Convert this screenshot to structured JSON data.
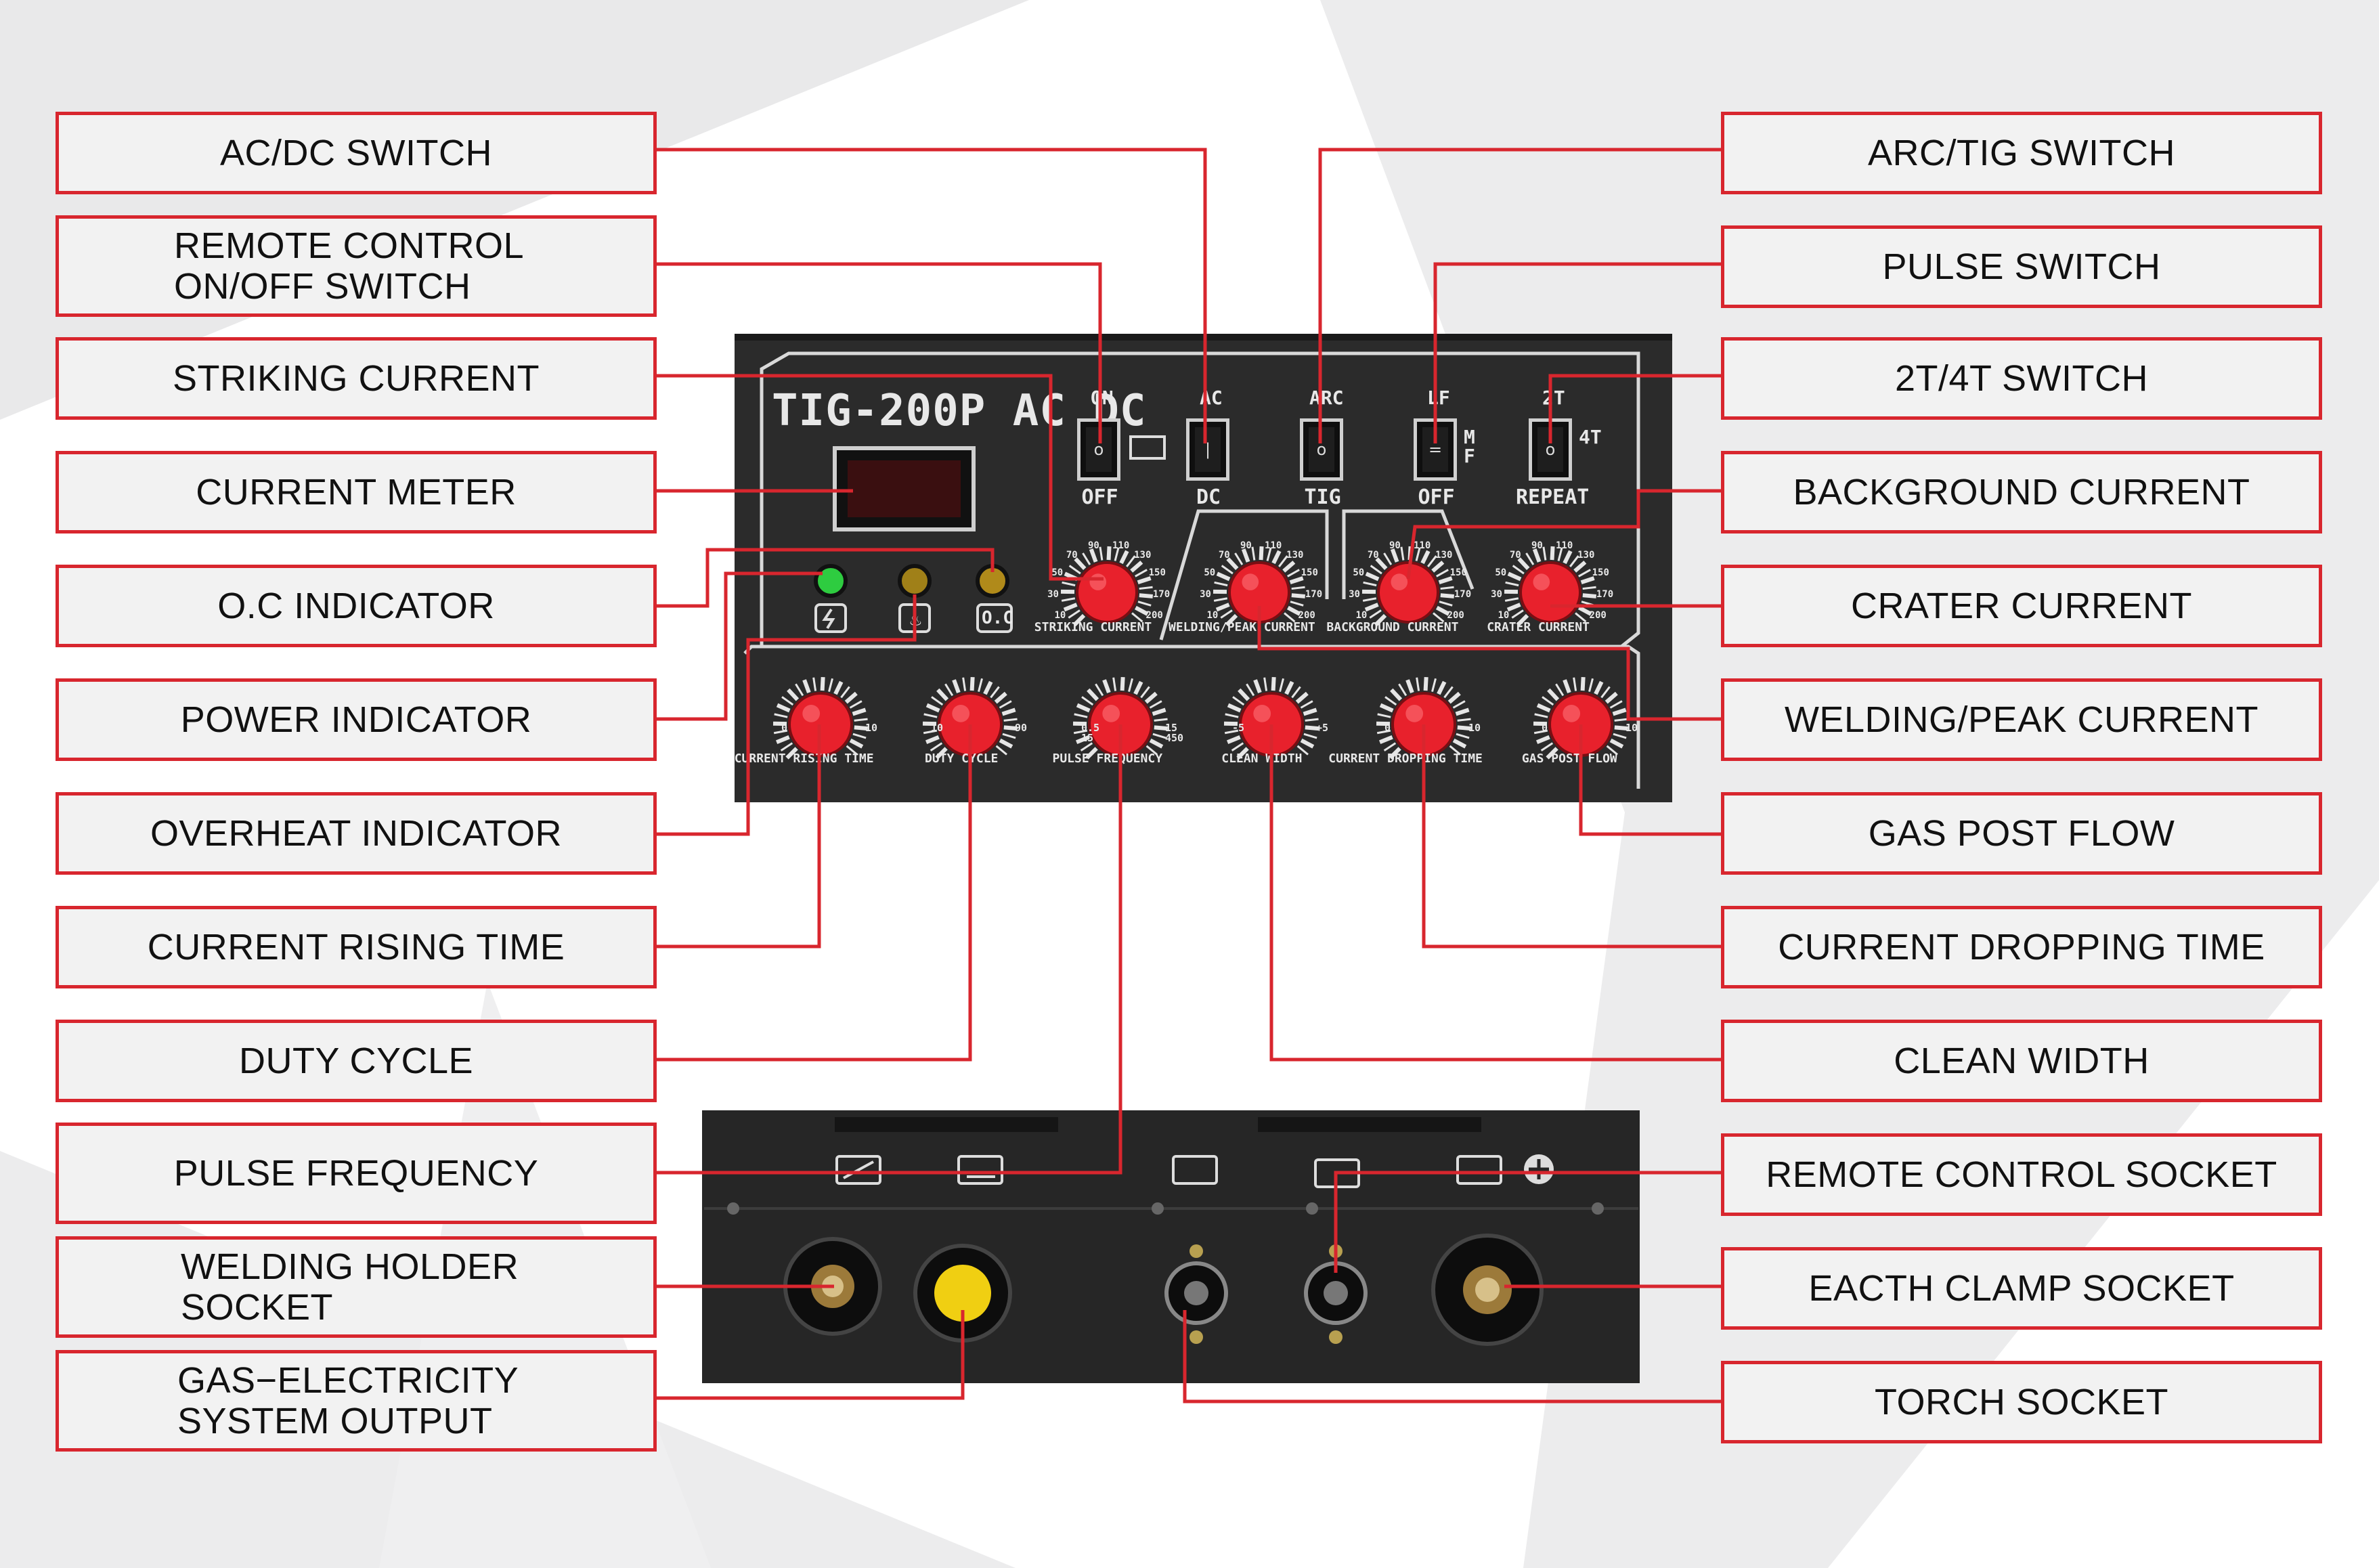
{
  "colors": {
    "leader": "#d8262e",
    "box_border": "#d8262e",
    "box_fill": "#f2f2f2",
    "panel": "#2b2b2b",
    "knob": "#e8212c",
    "indicator_on": "#2ecc40",
    "indicator_amber": "#c8a41c"
  },
  "labels_left": [
    {
      "id": "ac-dc-switch",
      "text": "AC/DC SWITCH"
    },
    {
      "id": "remote-control-onoff-switch",
      "text": "REMOTE CONTROL\nON/OFF SWITCH"
    },
    {
      "id": "striking-current",
      "text": "STRIKING CURRENT"
    },
    {
      "id": "current-meter",
      "text": "CURRENT METER"
    },
    {
      "id": "oc-indicator",
      "text": "O.C INDICATOR"
    },
    {
      "id": "power-indicator",
      "text": "POWER INDICATOR"
    },
    {
      "id": "overheat-indicator",
      "text": "OVERHEAT INDICATOR"
    },
    {
      "id": "current-rising-time",
      "text": "CURRENT RISING TIME"
    },
    {
      "id": "duty-cycle",
      "text": "DUTY CYCLE"
    },
    {
      "id": "pulse-frequency",
      "text": "PULSE FREQUENCY"
    },
    {
      "id": "welding-holder-socket",
      "text": "WELDING HOLDER\nSOCKET"
    },
    {
      "id": "gas-electricity-system-output",
      "text": "GAS−ELECTRICITY\nSYSTEM OUTPUT"
    }
  ],
  "labels_right": [
    {
      "id": "arc-tig-switch",
      "text": "ARC/TIG SWITCH"
    },
    {
      "id": "pulse-switch",
      "text": "PULSE SWITCH"
    },
    {
      "id": "2t-4t-switch",
      "text": "2T/4T SWITCH"
    },
    {
      "id": "background-current",
      "text": "BACKGROUND CURRENT"
    },
    {
      "id": "crater-current",
      "text": "CRATER CURRENT"
    },
    {
      "id": "welding-peak-current",
      "text": "WELDING/PEAK CURRENT"
    },
    {
      "id": "gas-post-flow",
      "text": "GAS POST FLOW"
    },
    {
      "id": "current-dropping-time",
      "text": "CURRENT DROPPING TIME"
    },
    {
      "id": "clean-width",
      "text": "CLEAN WIDTH"
    },
    {
      "id": "remote-control-socket",
      "text": "REMOTE CONTROL SOCKET"
    },
    {
      "id": "eacth-clamp-socket",
      "text": "EACTH CLAMP SOCKET"
    },
    {
      "id": "torch-socket",
      "text": "TORCH SOCKET"
    }
  ],
  "panel": {
    "model": "TIG-200P AC DC",
    "switches": [
      {
        "id": "onoff",
        "top": "ON",
        "bottom": "OFF",
        "mark": "o"
      },
      {
        "id": "acdc",
        "top": "AC",
        "bottom": "DC",
        "mark": "|"
      },
      {
        "id": "arctig",
        "top": "ARC",
        "bottom": "TIG",
        "mark": "o"
      },
      {
        "id": "pulse",
        "top": "LF",
        "bottom": "OFF",
        "mark": "=",
        "side": "M\nF"
      },
      {
        "id": "2t4t",
        "top": "2T",
        "bottom": "REPEAT",
        "mark": "o",
        "side": "4T"
      }
    ],
    "upper_knobs": [
      {
        "id": "striking",
        "caption": "STRIKING CURRENT",
        "scale": [
          "10",
          "30",
          "50",
          "70",
          "90",
          "110",
          "130",
          "150",
          "170",
          "200"
        ]
      },
      {
        "id": "welding",
        "caption": "WELDING/PEAK CURRENT",
        "scale": [
          "10",
          "30",
          "50",
          "70",
          "90",
          "110",
          "130",
          "150",
          "170",
          "200"
        ]
      },
      {
        "id": "background",
        "caption": "BACKGROUND CURRENT",
        "scale": [
          "10",
          "30",
          "50",
          "70",
          "90",
          "110",
          "130",
          "150",
          "170",
          "200"
        ]
      },
      {
        "id": "crater",
        "caption": "CRATER CURRENT",
        "scale": [
          "10",
          "30",
          "50",
          "70",
          "90",
          "110",
          "130",
          "150",
          "170",
          "200"
        ]
      }
    ],
    "lower_knobs": [
      {
        "id": "rising",
        "caption": "CURRENT RISING TIME",
        "min": "0",
        "max": "10"
      },
      {
        "id": "duty",
        "caption": "DUTY CYCLE",
        "min": "10",
        "max": "90"
      },
      {
        "id": "pulsefreq",
        "caption": "PULSE FREQUENCY",
        "min": "0.5\n15",
        "max": "15\n450"
      },
      {
        "id": "clean",
        "caption": "CLEAN WIDTH",
        "min": "-5",
        "max": "+5"
      },
      {
        "id": "dropping",
        "caption": "CURRENT DROPPING TIME",
        "min": "0",
        "max": "10"
      },
      {
        "id": "gaspost",
        "caption": "GAS POST FLOW",
        "min": "0",
        "max": "10"
      }
    ]
  }
}
